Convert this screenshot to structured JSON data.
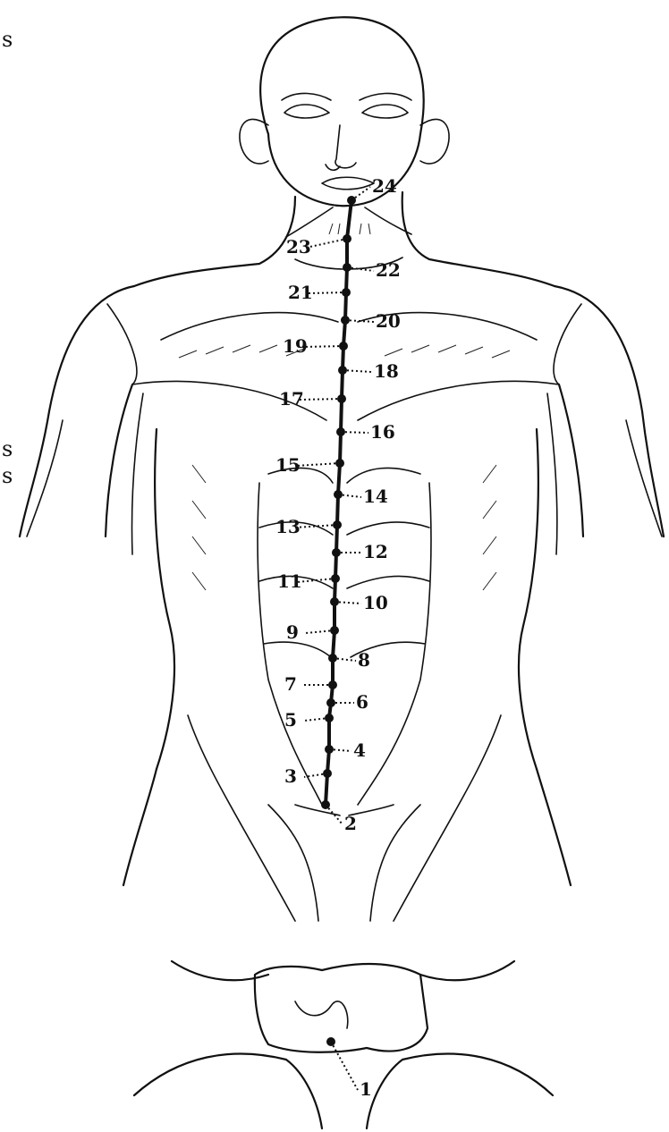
{
  "edge_fragments": [
    "s",
    "s",
    "s"
  ],
  "meridian": {
    "points": [
      {
        "label": "1"
      },
      {
        "label": "2"
      },
      {
        "label": "3"
      },
      {
        "label": "4"
      },
      {
        "label": "5"
      },
      {
        "label": "6"
      },
      {
        "label": "7"
      },
      {
        "label": "8"
      },
      {
        "label": "9"
      },
      {
        "label": "10"
      },
      {
        "label": "11"
      },
      {
        "label": "12"
      },
      {
        "label": "13"
      },
      {
        "label": "14"
      },
      {
        "label": "15"
      },
      {
        "label": "16"
      },
      {
        "label": "17"
      },
      {
        "label": "18"
      },
      {
        "label": "19"
      },
      {
        "label": "20"
      },
      {
        "label": "21"
      },
      {
        "label": "22"
      },
      {
        "label": "23"
      },
      {
        "label": "24"
      }
    ],
    "line_color": "#111111",
    "label_color": "#111111"
  }
}
